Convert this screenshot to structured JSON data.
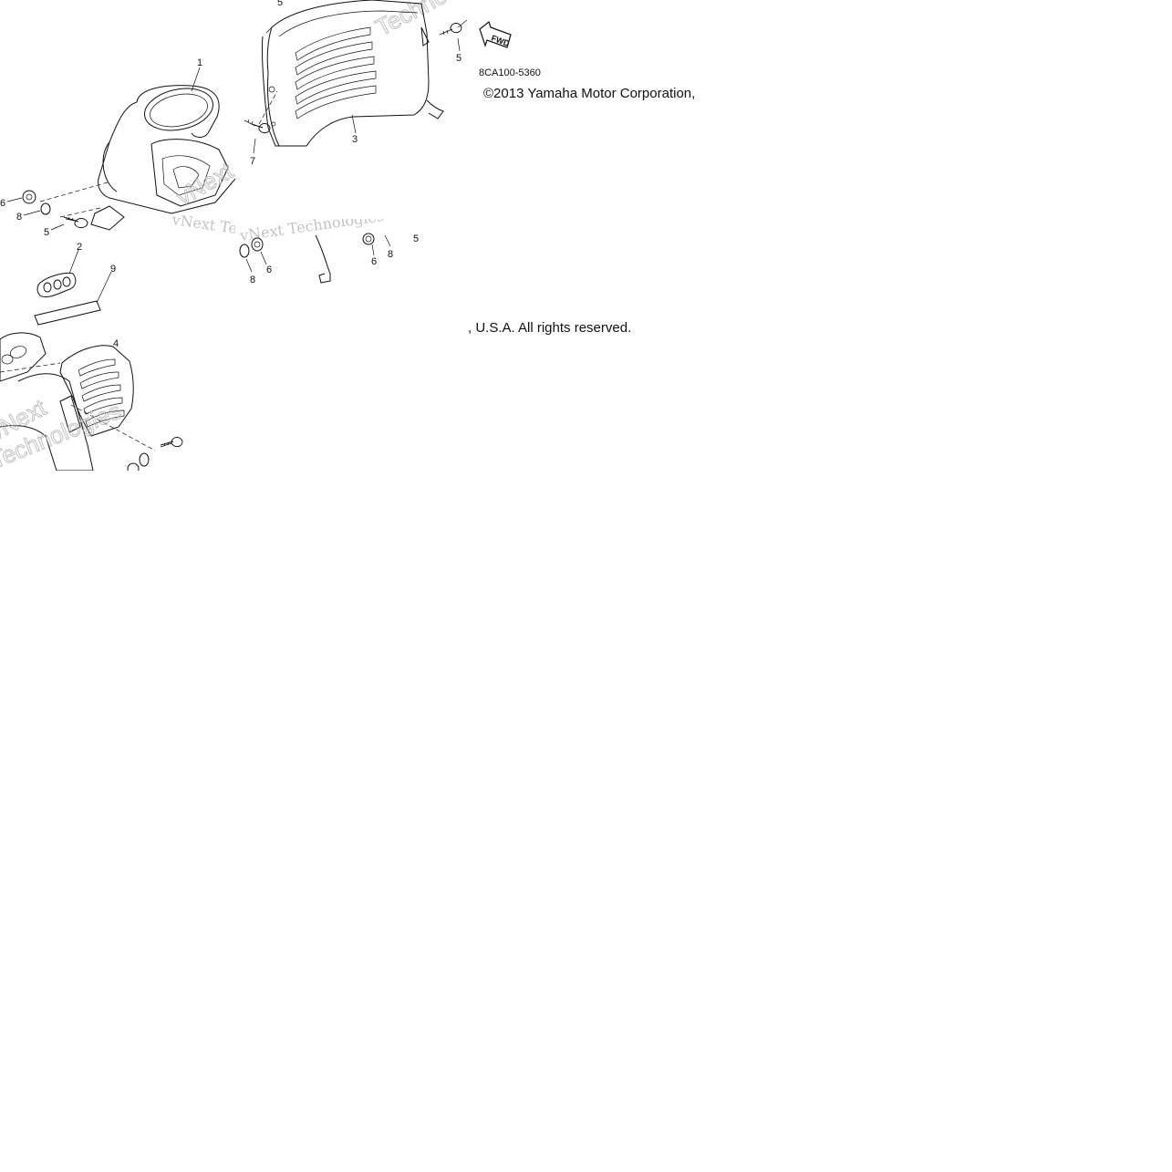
{
  "diagram": {
    "code": "8CA100-5360",
    "copyright_line1": "©2013 Yamaha Motor Corporation,",
    "copyright_line2": ", U.S.A. All rights reserved.",
    "fwd_arrow": "FWD",
    "watermark_cursive": "vNext Technologies",
    "watermark_outline_1": "Technologies",
    "watermark_outline_2": "vNext",
    "watermark_outline_3": "Technologies",
    "callouts_a": [
      "1",
      "6",
      "8",
      "5"
    ],
    "callouts_b": [
      "5",
      "5",
      "3",
      "7"
    ],
    "callouts_c": [
      "2",
      "9",
      "4"
    ],
    "callouts_d": [
      "8",
      "6",
      "6",
      "8",
      "5"
    ]
  }
}
